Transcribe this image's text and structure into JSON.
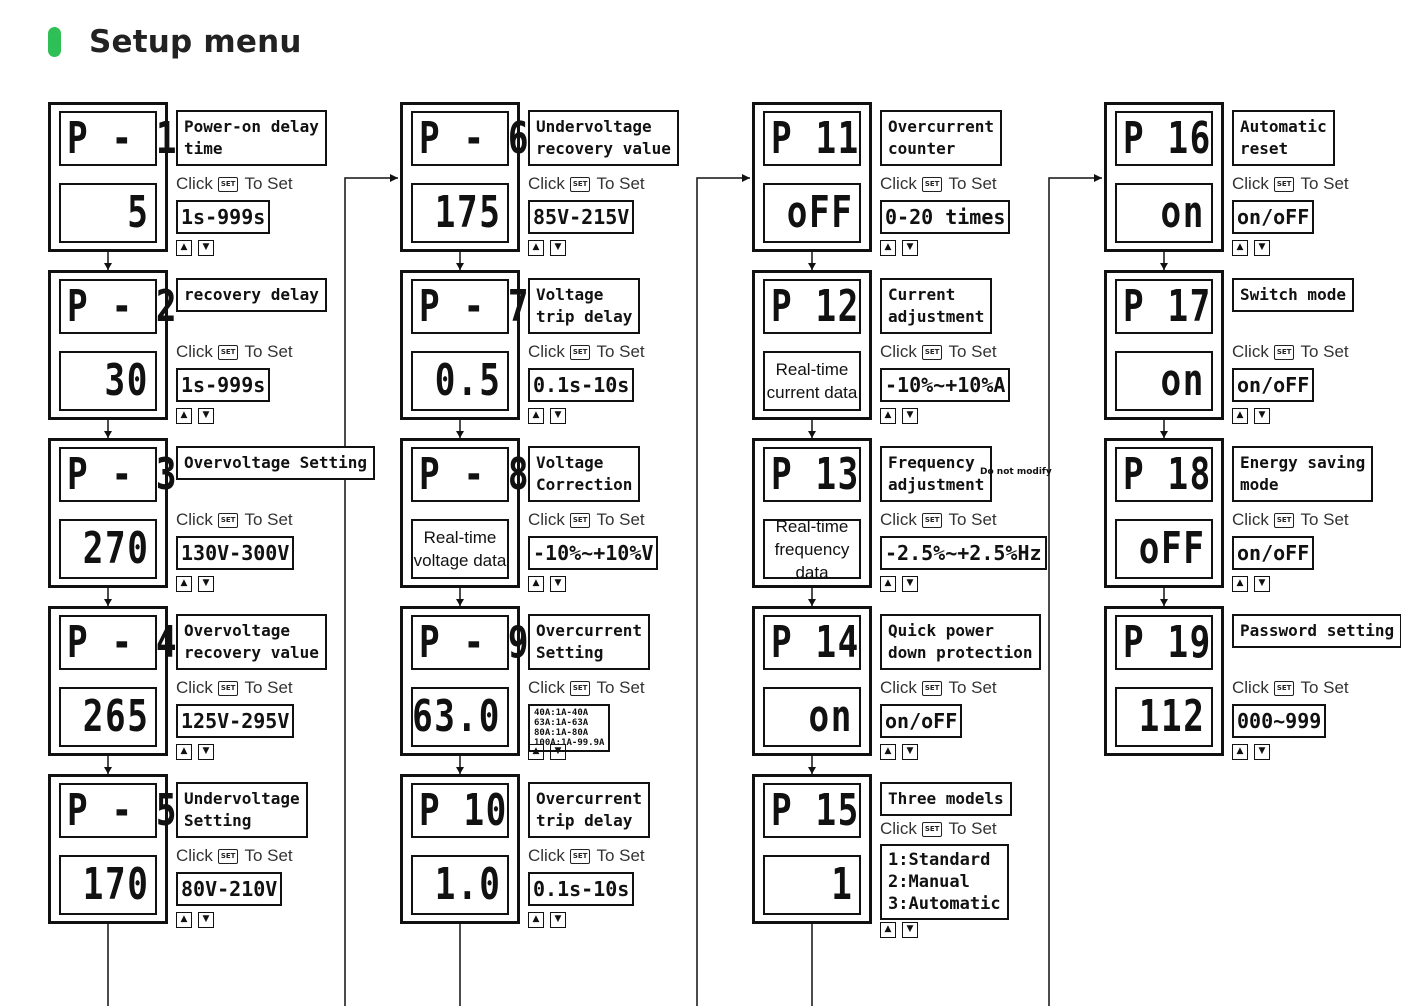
{
  "header": {
    "title": "Setup menu",
    "accent_color": "#2fbf57"
  },
  "click_text": {
    "prefix": "Click",
    "icon": "SET",
    "suffix": "To Set"
  },
  "arrows": {
    "up": "▲",
    "down": "▼"
  },
  "params": [
    {
      "code": "P - 1",
      "display": "5",
      "label": "Power-on delay\ntime",
      "range": "1s-999s"
    },
    {
      "code": "P - 2",
      "display": "30",
      "label": "recovery delay",
      "range": "1s-999s"
    },
    {
      "code": "P - 3",
      "display": "270",
      "label": "Overvoltage Setting",
      "range": "130V-300V"
    },
    {
      "code": "P - 4",
      "display": "265",
      "label": "Overvoltage\nrecovery value",
      "range": "125V-295V"
    },
    {
      "code": "P - 5",
      "display": "170",
      "label": "Undervoltage\nSetting",
      "range": "80V-210V"
    },
    {
      "code": "P - 6",
      "display": "175",
      "label": "Undervoltage\nrecovery value",
      "range": "85V-215V"
    },
    {
      "code": "P - 7",
      "display": "0.5",
      "label": "Voltage\ntrip delay",
      "range": "0.1s-10s"
    },
    {
      "code": "P - 8",
      "display": "Real-time\nvoltage data",
      "label": "Voltage\nCorrection",
      "range": "-10%~+10%V"
    },
    {
      "code": "P - 9",
      "display": "63.0",
      "label": "Overcurrent\nSetting",
      "range": "40A:1A-40A\n63A:1A-63A\n80A:1A-80A\n100A:1A-99.9A"
    },
    {
      "code": "P 10",
      "display": "1.0",
      "label": "Overcurrent\ntrip delay",
      "range": "0.1s-10s"
    },
    {
      "code": "P 11",
      "display": "oFF",
      "label": "Overcurrent\ncounter",
      "range": "0-20 times"
    },
    {
      "code": "P 12",
      "display": "Real-time\ncurrent data",
      "label": "Current\nadjustment",
      "range": "-10%~+10%A"
    },
    {
      "code": "P 13",
      "display": "Real-time\nfrequency data",
      "label": "Frequency\nadjustment",
      "note": "Do not modify",
      "range": "-2.5%~+2.5%Hz"
    },
    {
      "code": "P 14",
      "display": "on",
      "label": "Quick power\ndown protection",
      "range": "on/oFF"
    },
    {
      "code": "P 15",
      "display": "1",
      "label": "Three models",
      "range": "1:Standard\n2:Manual\n3:Automatic"
    },
    {
      "code": "P 16",
      "display": "on",
      "label": "Automatic\nreset",
      "range": "on/oFF"
    },
    {
      "code": "P 17",
      "display": "on",
      "label": "Switch mode",
      "range": "on/oFF"
    },
    {
      "code": "P 18",
      "display": "oFF",
      "label": "Energy saving\nmode",
      "range": "on/oFF"
    },
    {
      "code": "P 19",
      "display": "112",
      "label": "Password setting",
      "range": "000~999"
    }
  ]
}
